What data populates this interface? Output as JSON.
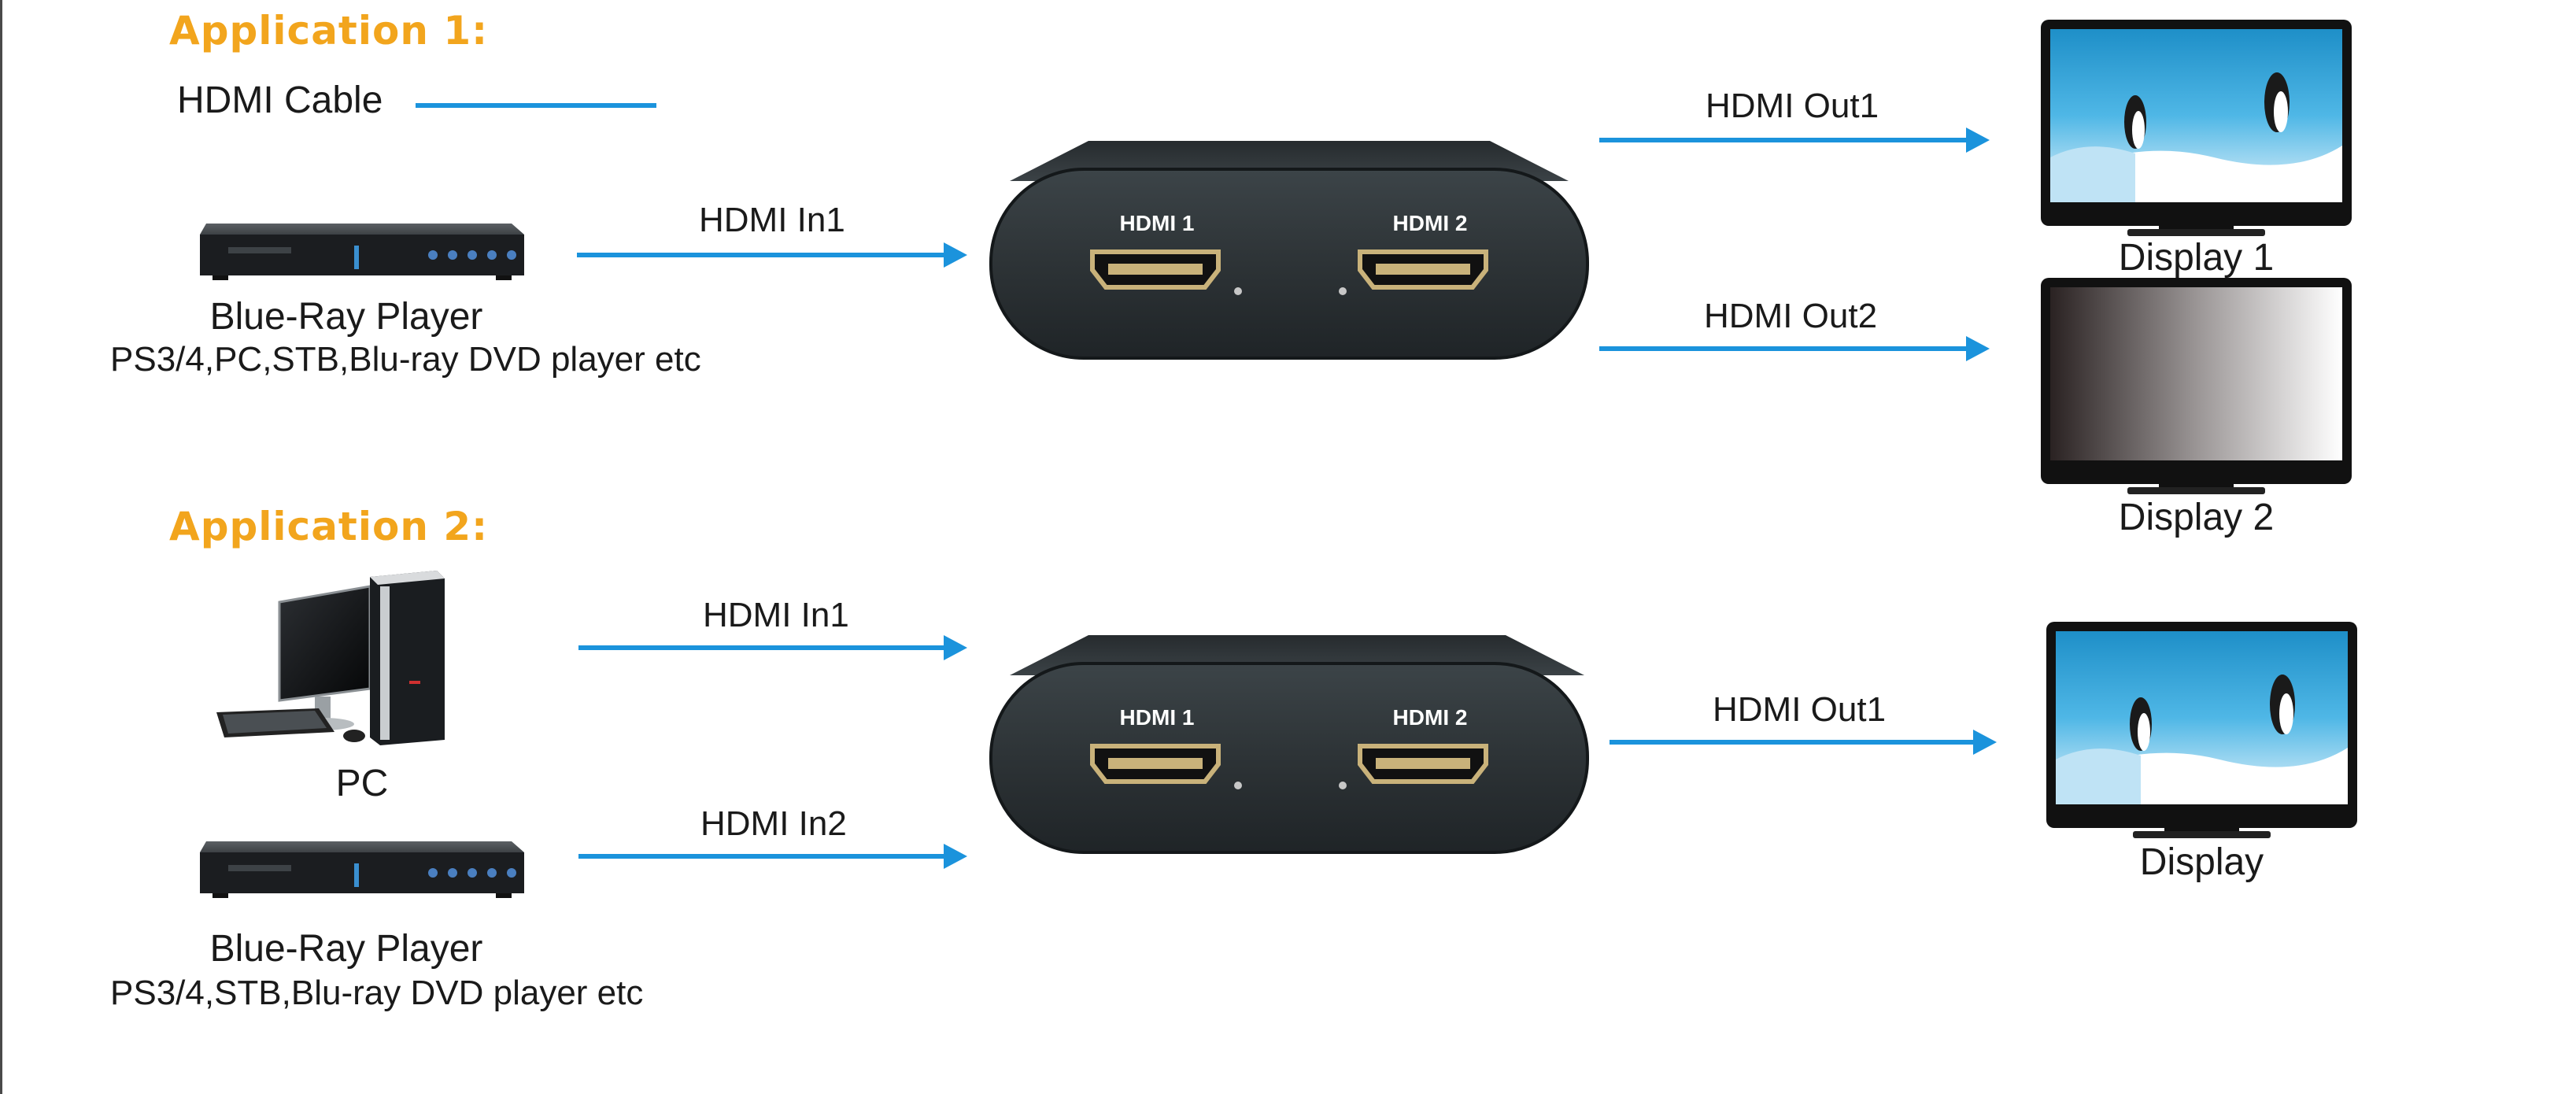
{
  "app1": {
    "title": "Application 1:",
    "legend_label": "HDMI Cable",
    "source_name": "Blue-Ray Player",
    "source_desc": "PS3/4,PC,STB,Blu-ray DVD player etc",
    "in1_label": "HDMI In1",
    "out1_label": "HDMI  Out1",
    "out2_label": "HDMI  Out2",
    "display1_label": "Display 1",
    "display2_label": "Display 2",
    "port1_label": "HDMI 1",
    "port2_label": "HDMI 2"
  },
  "app2": {
    "title": "Application 2:",
    "pc_label": "PC",
    "source_name": "Blue-Ray Player",
    "source_desc": "PS3/4,STB,Blu-ray DVD player etc",
    "in1_label": "HDMI In1",
    "in2_label": "HDMI In2",
    "out1_label": "HDMI  Out1",
    "display_label": "Display",
    "port1_label": "HDMI 1",
    "port2_label": "HDMI 2"
  },
  "colors": {
    "accent_title": "#f2a51d",
    "arrow": "#1b93dc",
    "device_body": "#2f3639"
  }
}
